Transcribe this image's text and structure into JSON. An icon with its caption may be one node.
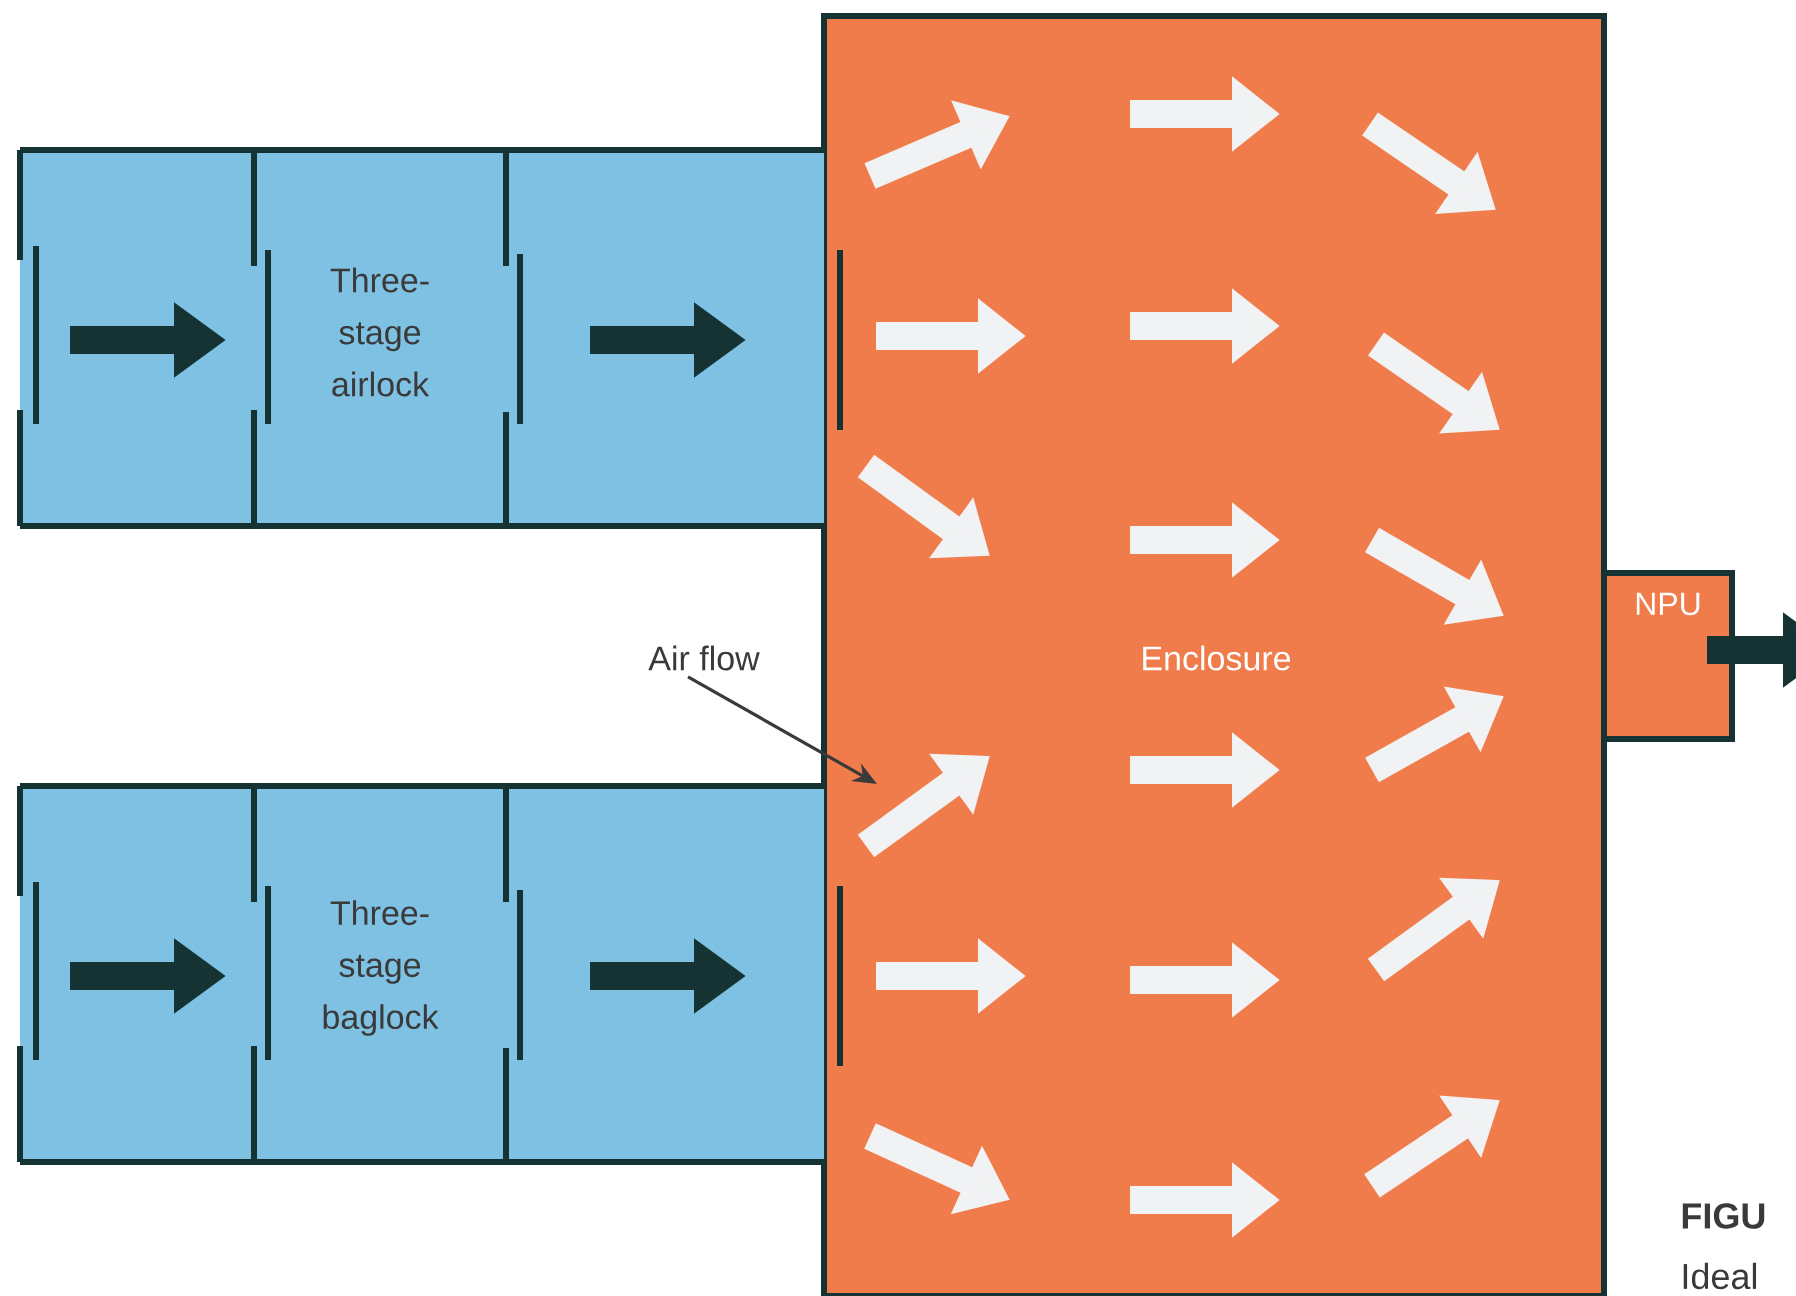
{
  "diagram": {
    "nodes": [
      {
        "text": [
          "Three-stage airlock"
        ]
      },
      {
        "text": [
          "Three-stage baglock"
        ]
      },
      {
        "text": [
          "Enclosure"
        ]
      },
      {
        "text": [
          "NPU"
        ]
      },
      {
        "text": [
          "Air flow"
        ]
      }
    ],
    "edges": [
      {
        "from": 4,
        "to": 2,
        "arrow": "to"
      },
      {
        "from": 3,
        "to": null,
        "arrow": "to",
        "style": "thick",
        "color": "#163333"
      }
    ],
    "labels": [
      "FIGU",
      "Ideal"
    ]
  }
}
